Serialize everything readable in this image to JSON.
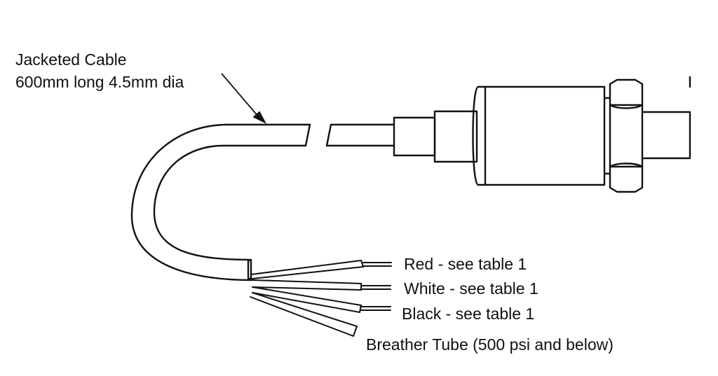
{
  "cable_label": {
    "line1": "Jacketed Cable",
    "line2": "600mm long  4.5mm dia"
  },
  "wires": {
    "red": "Red - see table 1",
    "white": "White - see table 1",
    "black": "Black -  see table 1",
    "breather": "Breather Tube (500 psi and below)"
  },
  "colors": {
    "line": "#111111",
    "background": "#ffffff"
  }
}
